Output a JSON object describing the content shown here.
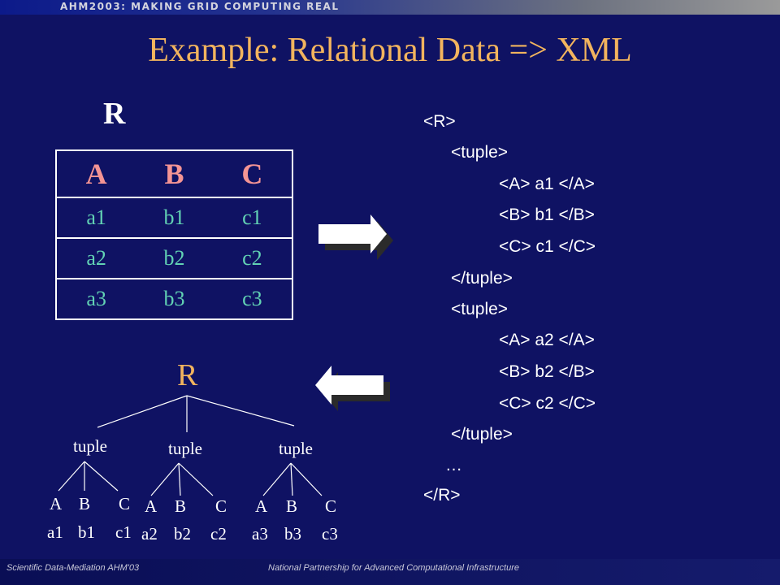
{
  "banner": {
    "text": "AHM2003: MAKING GRID COMPUTING REAL"
  },
  "title": "Example: Relational Data => XML",
  "relation": {
    "name": "R",
    "columns": [
      "A",
      "B",
      "C"
    ],
    "rows": [
      [
        "a1",
        "b1",
        "c1"
      ],
      [
        "a2",
        "b2",
        "c2"
      ],
      [
        "a3",
        "b3",
        "c3"
      ]
    ]
  },
  "xml_lines": [
    "<R>",
    "<tuple>",
    "<A> a1 </A>",
    "<B> b1 </B>",
    "<C> c1 </C>",
    "</tuple>",
    "<tuple>",
    "<A> a2 </A>",
    "<B> b2 </B>",
    "<C> c2 </C>",
    "</tuple>",
    "…",
    "</R>"
  ],
  "tree": {
    "root": "R",
    "tuples": [
      {
        "label": "tuple",
        "attrs": [
          "A",
          "B",
          "C"
        ],
        "values": [
          "a1",
          "b1",
          "c1"
        ]
      },
      {
        "label": "tuple",
        "attrs": [
          "A",
          "B",
          "C"
        ],
        "values": [
          "a2",
          "b2",
          "c2"
        ]
      },
      {
        "label": "tuple",
        "attrs": [
          "A",
          "B",
          "C"
        ],
        "values": [
          "a3",
          "b3",
          "c3"
        ]
      }
    ]
  },
  "footer": {
    "left": "Scientific Data-Mediation AHM'03",
    "right": "National Partnership for Advanced Computational Infrastructure"
  },
  "colors": {
    "background": "#0f1263",
    "title": "#f2b45e",
    "column_header": "#f49494",
    "cell": "#62d2b4",
    "text": "#ffffff"
  }
}
